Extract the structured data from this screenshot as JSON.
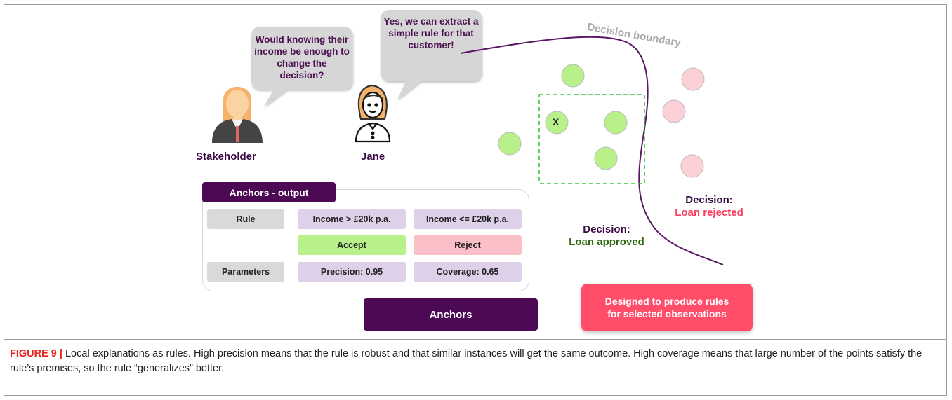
{
  "speech": {
    "stakeholder_question": "Would knowing their income be enough to change the decision?",
    "jane_answer": "Yes, we can extract a simple rule for that customer!"
  },
  "people": {
    "stakeholder_label": "Stakeholder",
    "jane_label": "Jane"
  },
  "panel": {
    "title": "Anchors - output",
    "rule_label": "Rule",
    "rule_high": "Income > £20k p.a.",
    "rule_low": "Income <= £20k p.a.",
    "accept": "Accept",
    "reject": "Reject",
    "parameters_label": "Parameters",
    "precision": "Precision: 0.95",
    "coverage": "Coverage: 0.65"
  },
  "anchors_button": "Anchors",
  "designed_note": "Designed to produce rules\nfor selected observations",
  "boundary_label": "Decision boundary",
  "decision_approved": {
    "head": "Decision:",
    "value": "Loan approved"
  },
  "decision_rejected": {
    "head": "Decision:",
    "value": "Loan rejected"
  },
  "selected_point_marker": "X",
  "caption": {
    "lead": "FIGURE 9 |",
    "text": " Local explanations as rules. High precision means that the rule is robust and that similar instances will get the same outcome. High coverage means that large number of the points satisfy the rule’s premises, so the rule “generalizes” better."
  },
  "colors": {
    "approved_point": "#b8f08a",
    "rejected_point": "#fbd0d6",
    "boundary": "#5a1565",
    "anchor_box": "#3ec43e",
    "brand_purple": "#4c0a55",
    "accent_pink": "#ff4d6a"
  }
}
